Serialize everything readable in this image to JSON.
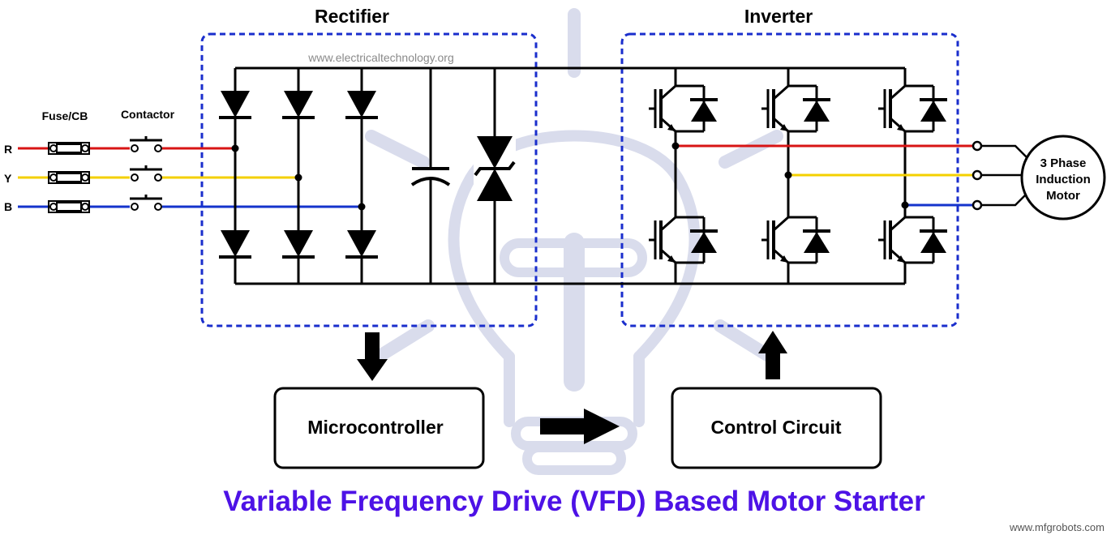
{
  "labels": {
    "rectifier": "Rectifier",
    "inverter": "Inverter",
    "fuse_cb": "Fuse/CB",
    "contactor": "Contactor",
    "phase_r": "R",
    "phase_y": "Y",
    "phase_b": "B",
    "motor_line1": "3 Phase",
    "motor_line2": "Induction",
    "motor_line3": "Motor",
    "microcontroller": "Microcontroller",
    "control_circuit": "Control Circuit"
  },
  "watermark": "www.electricaltechnology.org",
  "title": "Variable Frequency Drive (VFD) Based Motor Starter",
  "credit": "www.mfgrobots.com",
  "colors": {
    "phase_r": "#d81414",
    "phase_y": "#f4d000",
    "phase_b": "#1433cc",
    "box_border": "#1a2ecc",
    "title": "#4d12e6",
    "bulb_watermark": "#d9dcec"
  }
}
